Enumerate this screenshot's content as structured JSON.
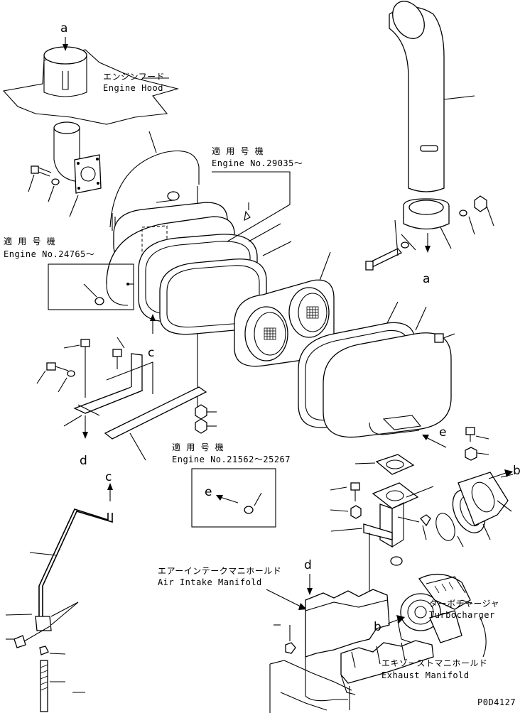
{
  "labels": {
    "engine_hood_jp": "エンジンフード",
    "engine_hood_en": "Engine Hood",
    "applicable_jp_1": "適 用 号 機",
    "engine_no_1": "Engine No.29035～",
    "applicable_jp_2": "適 用 号 機",
    "engine_no_2": "Engine No.24765～",
    "applicable_jp_3": "適 用 号 機",
    "engine_no_3": "Engine No.21562～25267",
    "air_intake_jp": "エアーインテークマニホールド",
    "air_intake_en": "Air Intake Manifold",
    "turbo_jp": "ターボチャージャ",
    "turbo_en": "Turbocharger",
    "exhaust_jp": "エキゾーストマニホールド",
    "exhaust_en": "Exhaust Manifold",
    "drawing_no": "P0D4127"
  },
  "refs": {
    "a_top": "a",
    "a_bottom": "a",
    "b_right": "b",
    "b_bottom": "b",
    "c_upper": "c",
    "c_lower": "c",
    "d_upper": "d",
    "d_lower": "d",
    "e_right": "e",
    "e_box": "e"
  }
}
